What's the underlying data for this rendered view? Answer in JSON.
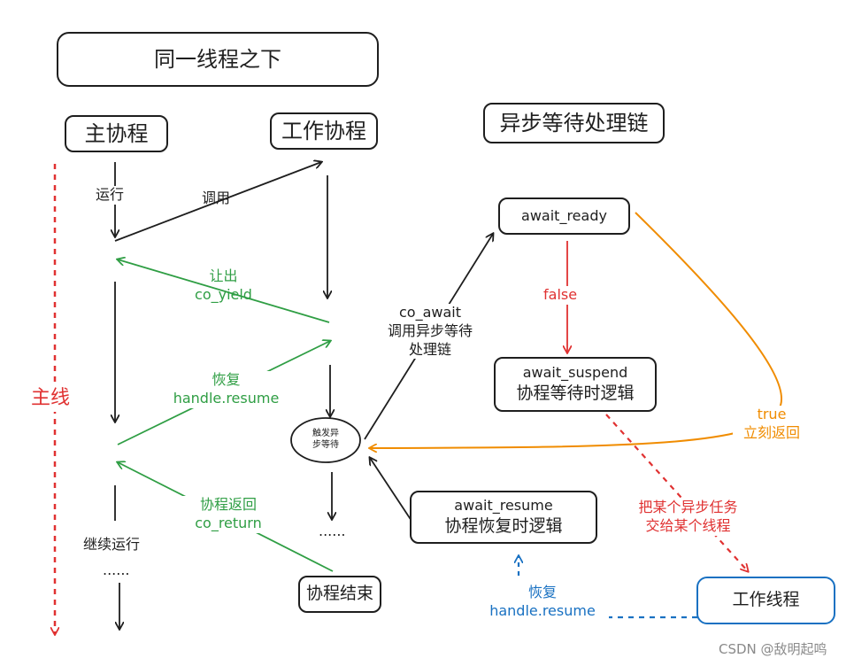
{
  "title": "同一线程之下",
  "lanes": {
    "main": "主协程",
    "worker": "工作协程"
  },
  "side_labels": {
    "mainline": "主线"
  },
  "edges": {
    "run": "运行",
    "call": "调用",
    "yield_cn": "让出",
    "yield_en": "co_yield",
    "resume_cn": "恢复",
    "resume_en": "handle.resume",
    "return_cn": "协程返回",
    "return_en": "co_return",
    "continue": "继续运行",
    "dots_main": "......",
    "dots_worker": "......",
    "co_await_1": "co_await",
    "co_await_2": "调用异步等待",
    "co_await_3": "处理链",
    "false_label": "false",
    "true_label": "true",
    "true_desc": "立刻返回",
    "handoff_1": "把某个异步任务",
    "handoff_2": "交给某个线程",
    "bottom_resume_cn": "恢复",
    "bottom_resume_en": "handle.resume"
  },
  "nodes": {
    "trigger_1": "触发异",
    "trigger_2": "步等待",
    "coroutine_end": "协程结束",
    "chain_title": "异步等待处理链",
    "await_ready": "await_ready",
    "await_suspend": "await_suspend",
    "await_suspend_desc": "协程等待时逻辑",
    "await_resume": "await_resume",
    "await_resume_desc": "协程恢复时逻辑",
    "worker_thread": "工作线程"
  },
  "watermark": "CSDN @敌明起鸣",
  "colors": {
    "ink": "#1e1e1e",
    "green": "#2f9e44",
    "red": "#e03131",
    "orange": "#f08c00",
    "blue": "#1971c2"
  }
}
